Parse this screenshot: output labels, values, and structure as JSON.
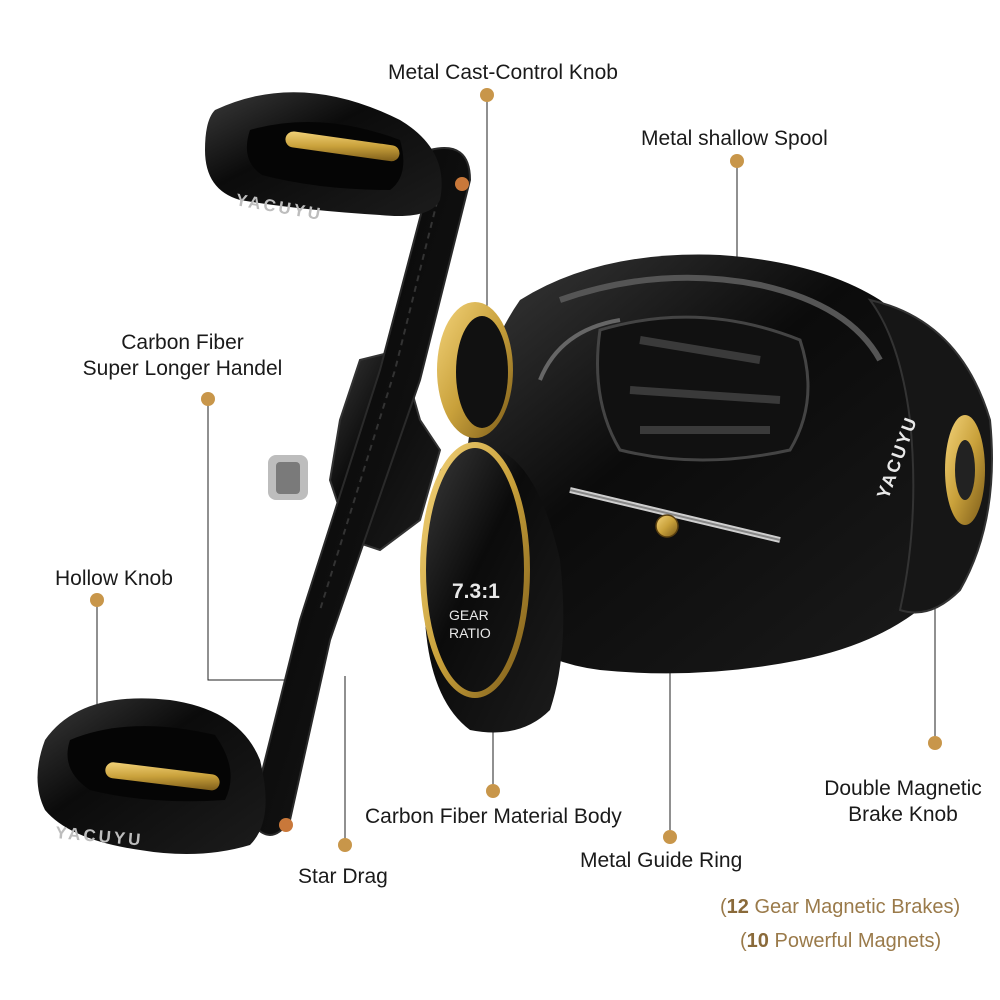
{
  "labels": {
    "cast_control": "Metal Cast-Control Knob",
    "spool": "Metal shallow Spool",
    "handle_line1": "Carbon Fiber",
    "handle_line2": "Super Longer Handel",
    "hollow_knob": "Hollow Knob",
    "body": "Carbon Fiber Material Body",
    "guide_ring": "Metal Guide Ring",
    "brake_line1": "Double Magnetic",
    "brake_line2": "Brake Knob",
    "star_drag": "Star Drag"
  },
  "reel_text": {
    "brand": "YACUYU",
    "ratio": "7.3:1",
    "gear": "GEAR",
    "ratio_word": "RATIO"
  },
  "notes": {
    "brakes_open": "(",
    "brakes_num": "12",
    "brakes_text": " Gear Magnetic Brakes)",
    "magnets_open": "(",
    "magnets_num": "10",
    "magnets_text": " Powerful Magnets)"
  },
  "colors": {
    "accent_dot": "#c8964a",
    "gold": "#c9a13b",
    "reel_black": "#0d0d0d"
  }
}
